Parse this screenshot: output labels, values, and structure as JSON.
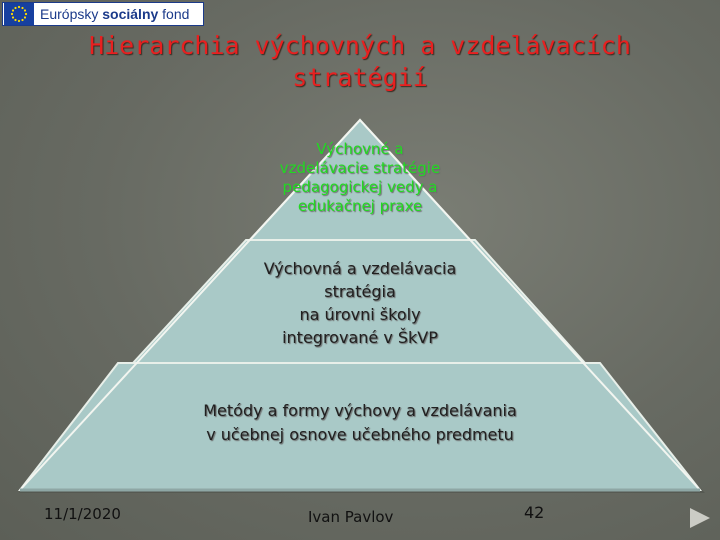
{
  "logo": {
    "text_regular": "Európsky ",
    "text_bold": "sociálny",
    "text_tail": " fond"
  },
  "title": {
    "line1": "Hierarchia výchovných a vzdelávacích",
    "line2": "stratégií"
  },
  "pyramid": {
    "levels": [
      {
        "lines": [
          "Výchovné a",
          "vzdelávacie stratégie",
          "pedagogickej vedy a",
          "edukačnej praxe"
        ]
      },
      {
        "lines": [
          "Výchovná a vzdelávacia",
          "stratégia",
          "na úrovni školy",
          "integrované v ŠkVP"
        ]
      },
      {
        "lines": [
          "Metódy a formy výchovy a vzdelávania",
          "v učebnej osnove učebného predmetu"
        ]
      }
    ],
    "colors": {
      "fill": "#a9c9c7",
      "top_text": "#22d922",
      "text": "#202020"
    }
  },
  "footer": {
    "date": "11/1/2020",
    "author": "Ivan Pavlov",
    "slide_number": "42"
  }
}
